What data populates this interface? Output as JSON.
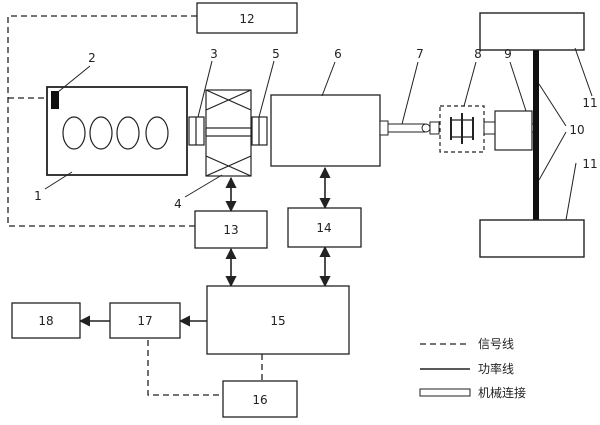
{
  "diagram": {
    "numbers": {
      "n1": "1",
      "n2": "2",
      "n3": "3",
      "n4": "4",
      "n5": "5",
      "n6": "6",
      "n7": "7",
      "n8": "8",
      "n9": "9",
      "n10": "10",
      "n11a": "11",
      "n11b": "11",
      "n12": "12",
      "n13": "13",
      "n14": "14",
      "n15": "15",
      "n16": "16",
      "n17": "17",
      "n18": "18"
    },
    "legend": {
      "signal_line": "信号线",
      "power_line": "功率线",
      "mechanical_connection": "机械连接"
    },
    "colors": {
      "stroke": "#222222",
      "background": "#ffffff",
      "sensor_fill": "#111111"
    }
  }
}
